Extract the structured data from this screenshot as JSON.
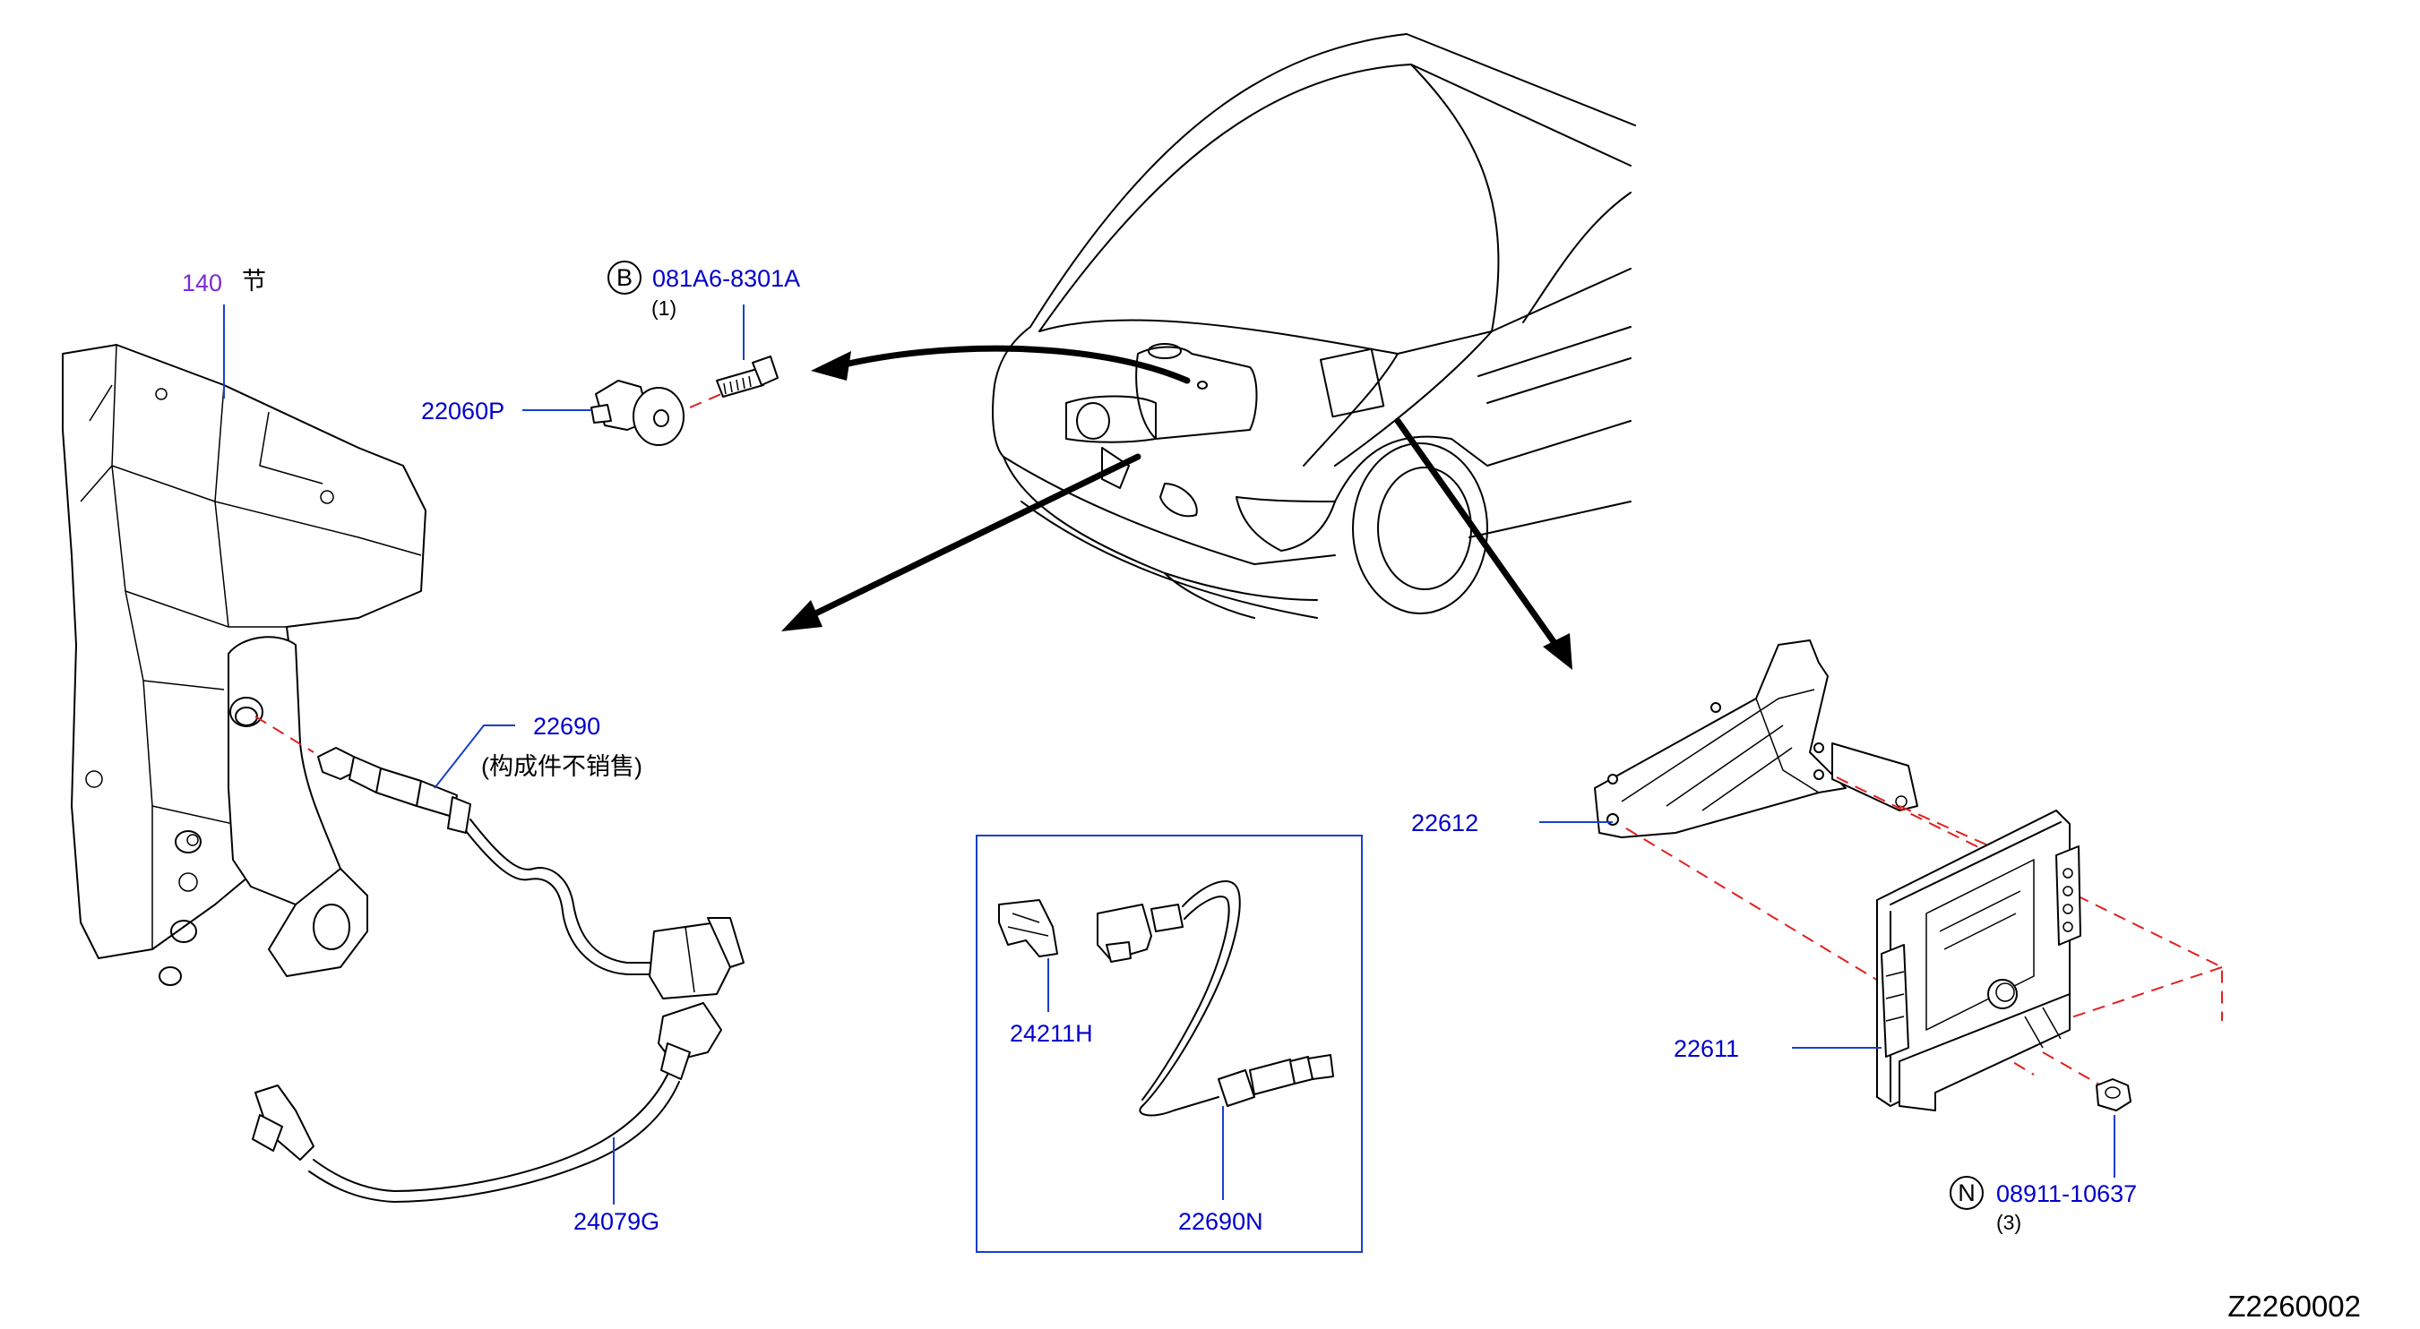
{
  "diagram_code": "Z2260002",
  "colors": {
    "part_link": "#0000cc",
    "section_ref": "#7b2bd6",
    "leader": "#1a3fd0",
    "phantom_line": "#e02020"
  },
  "labels": {
    "heatshield": {
      "number": "140",
      "suffix": "节"
    },
    "bolt": {
      "prefix": "B",
      "number": "081A6-8301A",
      "qty": "(1)"
    },
    "knock_sensor": {
      "number": "22060P"
    },
    "front_o2": {
      "number": "22690",
      "note": "(构成件不销售)"
    },
    "harness": {
      "number": "24079G"
    },
    "clip": {
      "number": "24211H"
    },
    "inset_o2": {
      "number": "22690N"
    },
    "bracket": {
      "number": "22612"
    },
    "ecm": {
      "number": "22611"
    },
    "nut": {
      "prefix": "N",
      "number": "08911-10637",
      "qty": "(3)"
    }
  }
}
